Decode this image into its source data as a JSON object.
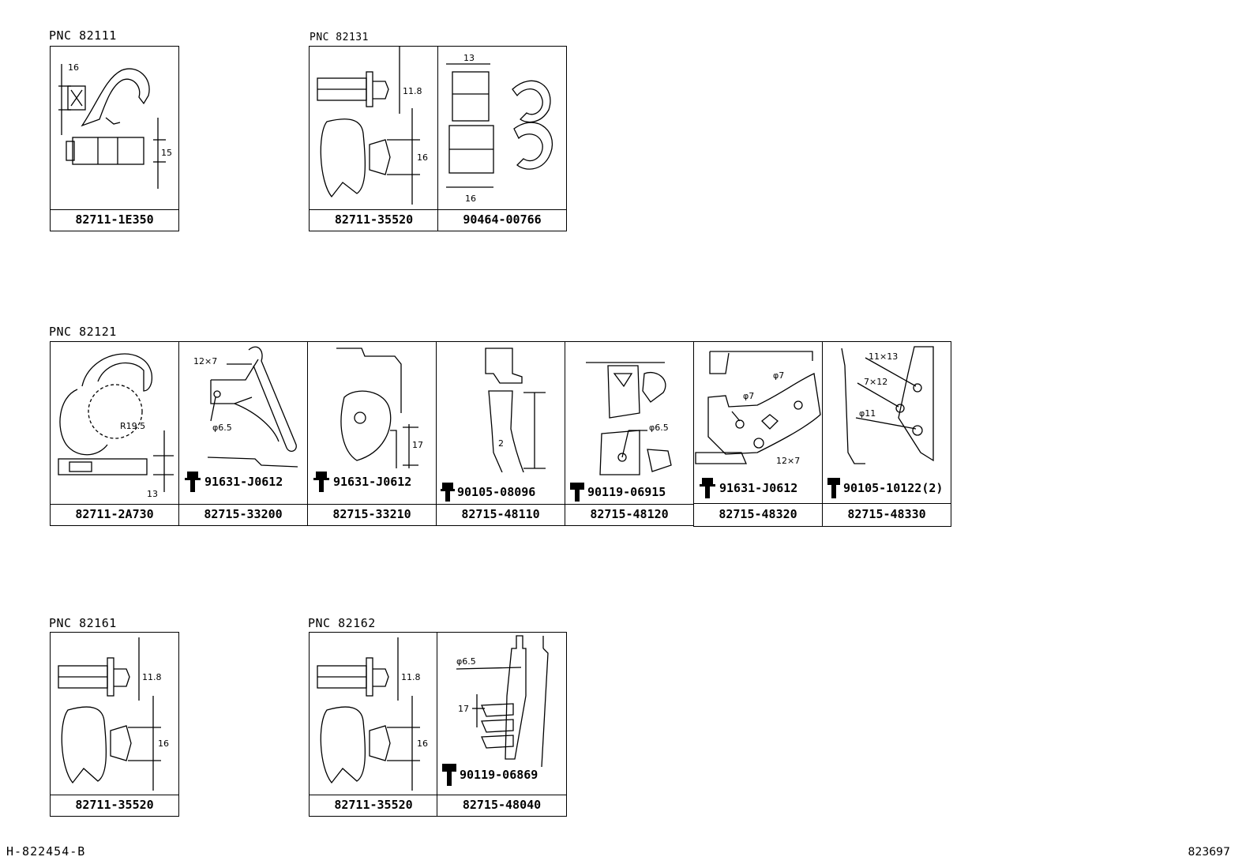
{
  "groups": [
    {
      "pnc": "PNC 82111",
      "parts": [
        {
          "number": "82711-1E350",
          "dims": [
            "16",
            "15"
          ]
        }
      ]
    },
    {
      "pnc": "PNC 82131",
      "parts": [
        {
          "number": "82711-35520",
          "dims": [
            "11.8",
            "16"
          ]
        },
        {
          "number": "90464-00766",
          "dims": [
            "13",
            "16"
          ]
        }
      ]
    },
    {
      "pnc": "PNC 82121",
      "parts": [
        {
          "number": "82711-2A730",
          "dims": [
            "R19.5",
            "13"
          ]
        },
        {
          "number": "82715-33200",
          "dims": [
            "12×7",
            "φ6.5"
          ],
          "bolt": "91631-J0612"
        },
        {
          "number": "82715-33210",
          "dims": [
            "17"
          ],
          "bolt": "91631-J0612"
        },
        {
          "number": "82715-48110",
          "dims": [
            "2"
          ],
          "bolt": "90105-08096"
        },
        {
          "number": "82715-48120",
          "dims": [
            "φ6.5"
          ],
          "bolt": "90119-06915"
        },
        {
          "number": "82715-48320",
          "dims": [
            "φ7",
            "φ7",
            "12×7"
          ],
          "bolt": "91631-J0612"
        },
        {
          "number": "82715-48330",
          "dims": [
            "11×13",
            "7×12",
            "φ11"
          ],
          "bolt": "90105-10122(2)"
        }
      ]
    },
    {
      "pnc": "PNC 82161",
      "parts": [
        {
          "number": "82711-35520",
          "dims": [
            "11.8",
            "16"
          ]
        }
      ]
    },
    {
      "pnc": "PNC 82162",
      "parts": [
        {
          "number": "82711-35520",
          "dims": [
            "11.8",
            "16"
          ]
        },
        {
          "number": "82715-48040",
          "dims": [
            "φ6.5",
            "17"
          ],
          "bolt": "90119-06869"
        }
      ]
    }
  ],
  "footer": {
    "left": "H-822454-B",
    "right": "823697"
  }
}
